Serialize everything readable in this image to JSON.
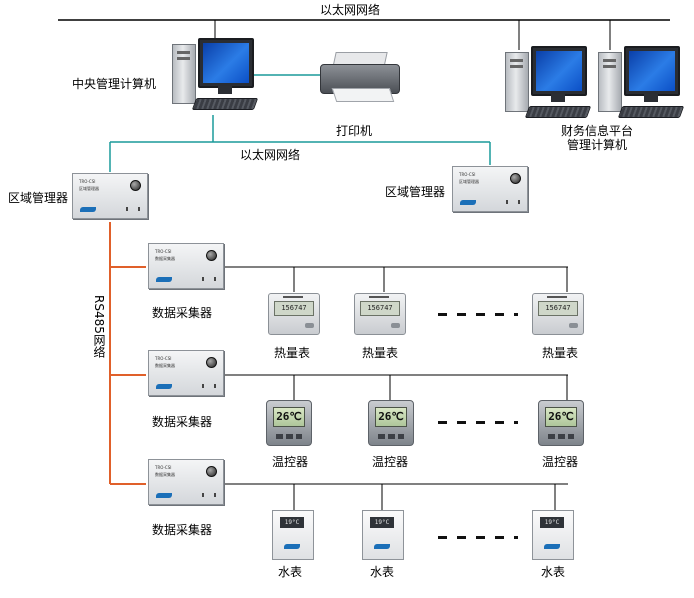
{
  "labels": {
    "ethernet_top": "以太网网络",
    "central_computer": "中央管理计算机",
    "printer": "打印机",
    "finance_platform_line1": "财务信息平台",
    "finance_platform_line2": "管理计算机",
    "ethernet_mid": "以太网网络",
    "area_manager_left": "区域管理器",
    "area_manager_right": "区域管理器",
    "rs485": "RS485网络",
    "collector_1": "数据采集器",
    "collector_2": "数据采集器",
    "collector_3": "数据采集器",
    "heat_meter": "热量表",
    "thermostat": "温控器",
    "water_meter": "水表"
  },
  "device_text": {
    "box_model": "TRO-CSI",
    "area_box_sub": "区域管理器",
    "collector_box_sub": "数据采集器",
    "heat_lcd": "156747",
    "thermo_lcd": "26℃",
    "water_lcd": "19°C"
  },
  "colors": {
    "ethernet_line": "#1a9a9a",
    "rs485_line": "#e0602a",
    "bus_line": "#000000"
  }
}
